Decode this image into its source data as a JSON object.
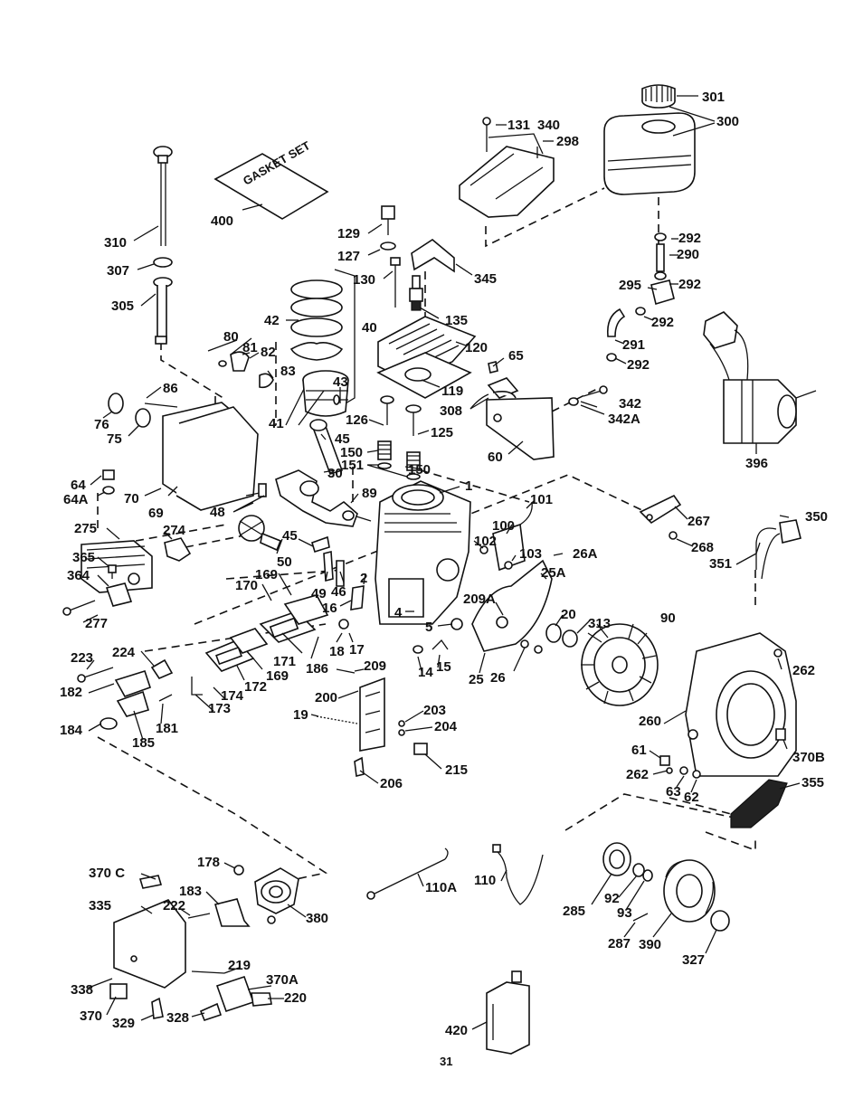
{
  "page_number": "31",
  "gasket_set_text": "GASKET SET",
  "labels": [
    {
      "id": "301",
      "text": "301"
    },
    {
      "id": "300",
      "text": "300"
    },
    {
      "id": "131",
      "text": "131"
    },
    {
      "id": "340",
      "text": "340"
    },
    {
      "id": "298",
      "text": "298"
    },
    {
      "id": "400",
      "text": "400"
    },
    {
      "id": "310",
      "text": "310"
    },
    {
      "id": "307",
      "text": "307"
    },
    {
      "id": "305",
      "text": "305"
    },
    {
      "id": "129",
      "text": "129"
    },
    {
      "id": "127",
      "text": "127"
    },
    {
      "id": "130",
      "text": "130"
    },
    {
      "id": "345",
      "text": "345"
    },
    {
      "id": "292a",
      "text": "292"
    },
    {
      "id": "290",
      "text": "290"
    },
    {
      "id": "295",
      "text": "295"
    },
    {
      "id": "292b",
      "text": "292"
    },
    {
      "id": "292c",
      "text": "292"
    },
    {
      "id": "291",
      "text": "291"
    },
    {
      "id": "292d",
      "text": "292"
    },
    {
      "id": "42",
      "text": "42"
    },
    {
      "id": "40",
      "text": "40"
    },
    {
      "id": "135",
      "text": "135"
    },
    {
      "id": "120",
      "text": "120"
    },
    {
      "id": "80",
      "text": "80"
    },
    {
      "id": "81",
      "text": "81"
    },
    {
      "id": "82",
      "text": "82"
    },
    {
      "id": "83",
      "text": "83"
    },
    {
      "id": "43",
      "text": "43"
    },
    {
      "id": "65",
      "text": "65"
    },
    {
      "id": "119",
      "text": "119"
    },
    {
      "id": "342",
      "text": "342"
    },
    {
      "id": "342A",
      "text": "342A"
    },
    {
      "id": "86",
      "text": "86"
    },
    {
      "id": "76",
      "text": "76"
    },
    {
      "id": "75",
      "text": "75"
    },
    {
      "id": "41",
      "text": "41"
    },
    {
      "id": "126",
      "text": "126"
    },
    {
      "id": "125",
      "text": "125"
    },
    {
      "id": "308",
      "text": "308"
    },
    {
      "id": "45a",
      "text": "45"
    },
    {
      "id": "150a",
      "text": "150"
    },
    {
      "id": "151",
      "text": "151"
    },
    {
      "id": "150b",
      "text": "150"
    },
    {
      "id": "60",
      "text": "60"
    },
    {
      "id": "396",
      "text": "396"
    },
    {
      "id": "30",
      "text": "30"
    },
    {
      "id": "64",
      "text": "64"
    },
    {
      "id": "64A",
      "text": "64A"
    },
    {
      "id": "70",
      "text": "70"
    },
    {
      "id": "69",
      "text": "69"
    },
    {
      "id": "1",
      "text": "1"
    },
    {
      "id": "48",
      "text": "48"
    },
    {
      "id": "89",
      "text": "89"
    },
    {
      "id": "101",
      "text": "101"
    },
    {
      "id": "267",
      "text": "267"
    },
    {
      "id": "350",
      "text": "350"
    },
    {
      "id": "275",
      "text": "275"
    },
    {
      "id": "274",
      "text": "274"
    },
    {
      "id": "100",
      "text": "100"
    },
    {
      "id": "268",
      "text": "268"
    },
    {
      "id": "45b",
      "text": "45"
    },
    {
      "id": "102",
      "text": "102"
    },
    {
      "id": "103",
      "text": "103"
    },
    {
      "id": "26A",
      "text": "26A"
    },
    {
      "id": "365",
      "text": "365"
    },
    {
      "id": "50",
      "text": "50"
    },
    {
      "id": "351",
      "text": "351"
    },
    {
      "id": "364",
      "text": "364"
    },
    {
      "id": "169a",
      "text": "169"
    },
    {
      "id": "25A",
      "text": "25A"
    },
    {
      "id": "170",
      "text": "170"
    },
    {
      "id": "2",
      "text": "2"
    },
    {
      "id": "49",
      "text": "49"
    },
    {
      "id": "46",
      "text": "46"
    },
    {
      "id": "16",
      "text": "16"
    },
    {
      "id": "209A",
      "text": "209A"
    },
    {
      "id": "277",
      "text": "277"
    },
    {
      "id": "20",
      "text": "20"
    },
    {
      "id": "90",
      "text": "90"
    },
    {
      "id": "4",
      "text": "4"
    },
    {
      "id": "313",
      "text": "313"
    },
    {
      "id": "5",
      "text": "5"
    },
    {
      "id": "18",
      "text": "18"
    },
    {
      "id": "17",
      "text": "17"
    },
    {
      "id": "223",
      "text": "223"
    },
    {
      "id": "224",
      "text": "224"
    },
    {
      "id": "171",
      "text": "171"
    },
    {
      "id": "186",
      "text": "186"
    },
    {
      "id": "14",
      "text": "14"
    },
    {
      "id": "15",
      "text": "15"
    },
    {
      "id": "262a",
      "text": "262"
    },
    {
      "id": "172",
      "text": "172"
    },
    {
      "id": "169b",
      "text": "169"
    },
    {
      "id": "209",
      "text": "209"
    },
    {
      "id": "25",
      "text": "25"
    },
    {
      "id": "26",
      "text": "26"
    },
    {
      "id": "182",
      "text": "182"
    },
    {
      "id": "174",
      "text": "174"
    },
    {
      "id": "173",
      "text": "173"
    },
    {
      "id": "200",
      "text": "200"
    },
    {
      "id": "260",
      "text": "260"
    },
    {
      "id": "19",
      "text": "19"
    },
    {
      "id": "203",
      "text": "203"
    },
    {
      "id": "184",
      "text": "184"
    },
    {
      "id": "181",
      "text": "181"
    },
    {
      "id": "204",
      "text": "204"
    },
    {
      "id": "185",
      "text": "185"
    },
    {
      "id": "370B",
      "text": "370B"
    },
    {
      "id": "61",
      "text": "61"
    },
    {
      "id": "215",
      "text": "215"
    },
    {
      "id": "262b",
      "text": "262"
    },
    {
      "id": "206",
      "text": "206"
    },
    {
      "id": "355",
      "text": "355"
    },
    {
      "id": "63",
      "text": "63"
    },
    {
      "id": "62",
      "text": "62"
    },
    {
      "id": "178",
      "text": "178"
    },
    {
      "id": "370C",
      "text": "370 C"
    },
    {
      "id": "110",
      "text": "110"
    },
    {
      "id": "110A",
      "text": "110A"
    },
    {
      "id": "183",
      "text": "183"
    },
    {
      "id": "335",
      "text": "335"
    },
    {
      "id": "222",
      "text": "222"
    },
    {
      "id": "380",
      "text": "380"
    },
    {
      "id": "285",
      "text": "285"
    },
    {
      "id": "92",
      "text": "92"
    },
    {
      "id": "93",
      "text": "93"
    },
    {
      "id": "287",
      "text": "287"
    },
    {
      "id": "390",
      "text": "390"
    },
    {
      "id": "327",
      "text": "327"
    },
    {
      "id": "219",
      "text": "219"
    },
    {
      "id": "370A",
      "text": "370A"
    },
    {
      "id": "338",
      "text": "338"
    },
    {
      "id": "220",
      "text": "220"
    },
    {
      "id": "370",
      "text": "370"
    },
    {
      "id": "329",
      "text": "329"
    },
    {
      "id": "328",
      "text": "328"
    },
    {
      "id": "420",
      "text": "420"
    }
  ]
}
